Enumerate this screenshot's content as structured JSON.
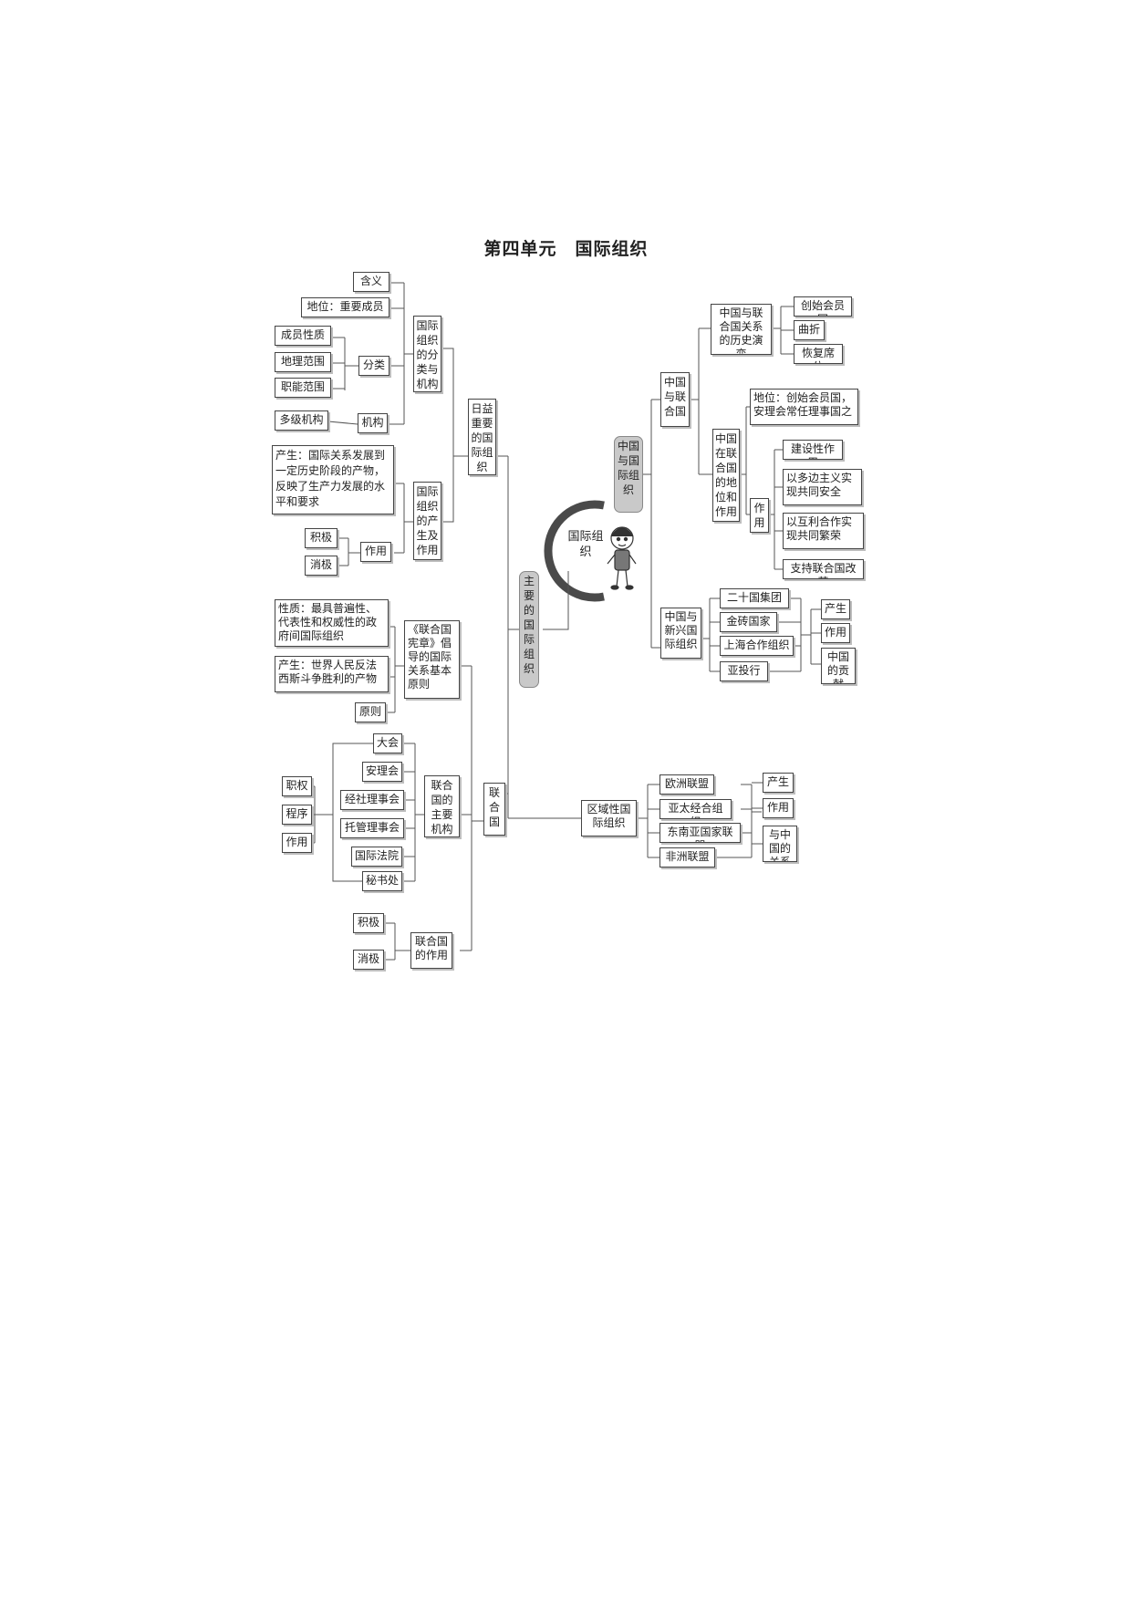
{
  "title": "第四单元　国际组织",
  "center": "国际组织",
  "branches": {
    "main_orgs": "主要的国际组织",
    "china_orgs": "中国与国际组织"
  },
  "important": {
    "label": "日益重要的国际组织",
    "classify": {
      "label": "国际组织的分类与机构",
      "meaning": "含义",
      "status": "地位：重要成员",
      "fenlei": "分类",
      "fenlei_items": [
        "成员性质",
        "地理范围",
        "职能范围"
      ],
      "jigou": "机构",
      "jigou_item": "多级机构"
    },
    "origin": {
      "label": "国际组织的产生及作用",
      "birth": "产生：国际关系发展到一定历史阶段的产物，反映了生产力发展的水平和要求",
      "effect": "作用",
      "effect_items": [
        "积极",
        "消极"
      ]
    }
  },
  "un": {
    "label": "联合国",
    "charter": {
      "label": "《联合国宪章》倡导的国际关系基本原则",
      "nature": "性质：最具普遍性、代表性和权威性的政府间国际组织",
      "birth": "产生：世界人民反法西斯斗争胜利的产物",
      "principle": "原则"
    },
    "organs": {
      "label": "联合国的主要机构",
      "items": [
        "大会",
        "安理会",
        "经社理事会",
        "托管理事会",
        "国际法院",
        "秘书处"
      ],
      "aspects": [
        "职权",
        "程序",
        "作用"
      ]
    },
    "role": {
      "label": "联合国的作用",
      "items": [
        "积极",
        "消极"
      ]
    }
  },
  "regional": {
    "label": "区域性国际组织",
    "orgs": [
      "欧洲联盟",
      "亚太经合组织",
      "东南亚国家联盟",
      "非洲联盟"
    ],
    "aspects": [
      "产生",
      "作用",
      "与中国的关系"
    ]
  },
  "china_un": {
    "label": "中国与联合国",
    "history": {
      "label": "中国与联合国关系的历史演变",
      "items": [
        "创始会员国",
        "曲折",
        "恢复席位"
      ]
    },
    "position": {
      "label": "中国在联合国的地位和作用",
      "status": "地位：创始会员国，安理会常任理事国之一",
      "effect": "作用",
      "effect_items": [
        "建设性作用",
        "以多边主义实现共同安全",
        "以互利合作实现共同繁荣",
        "支持联合国改革"
      ]
    }
  },
  "china_emerging": {
    "label": "中国与新兴国际组织",
    "orgs": [
      "二十国集团",
      "金砖国家",
      "上海合作组织",
      "亚投行"
    ],
    "aspects": [
      "产生",
      "作用",
      "中国的贡献"
    ]
  }
}
